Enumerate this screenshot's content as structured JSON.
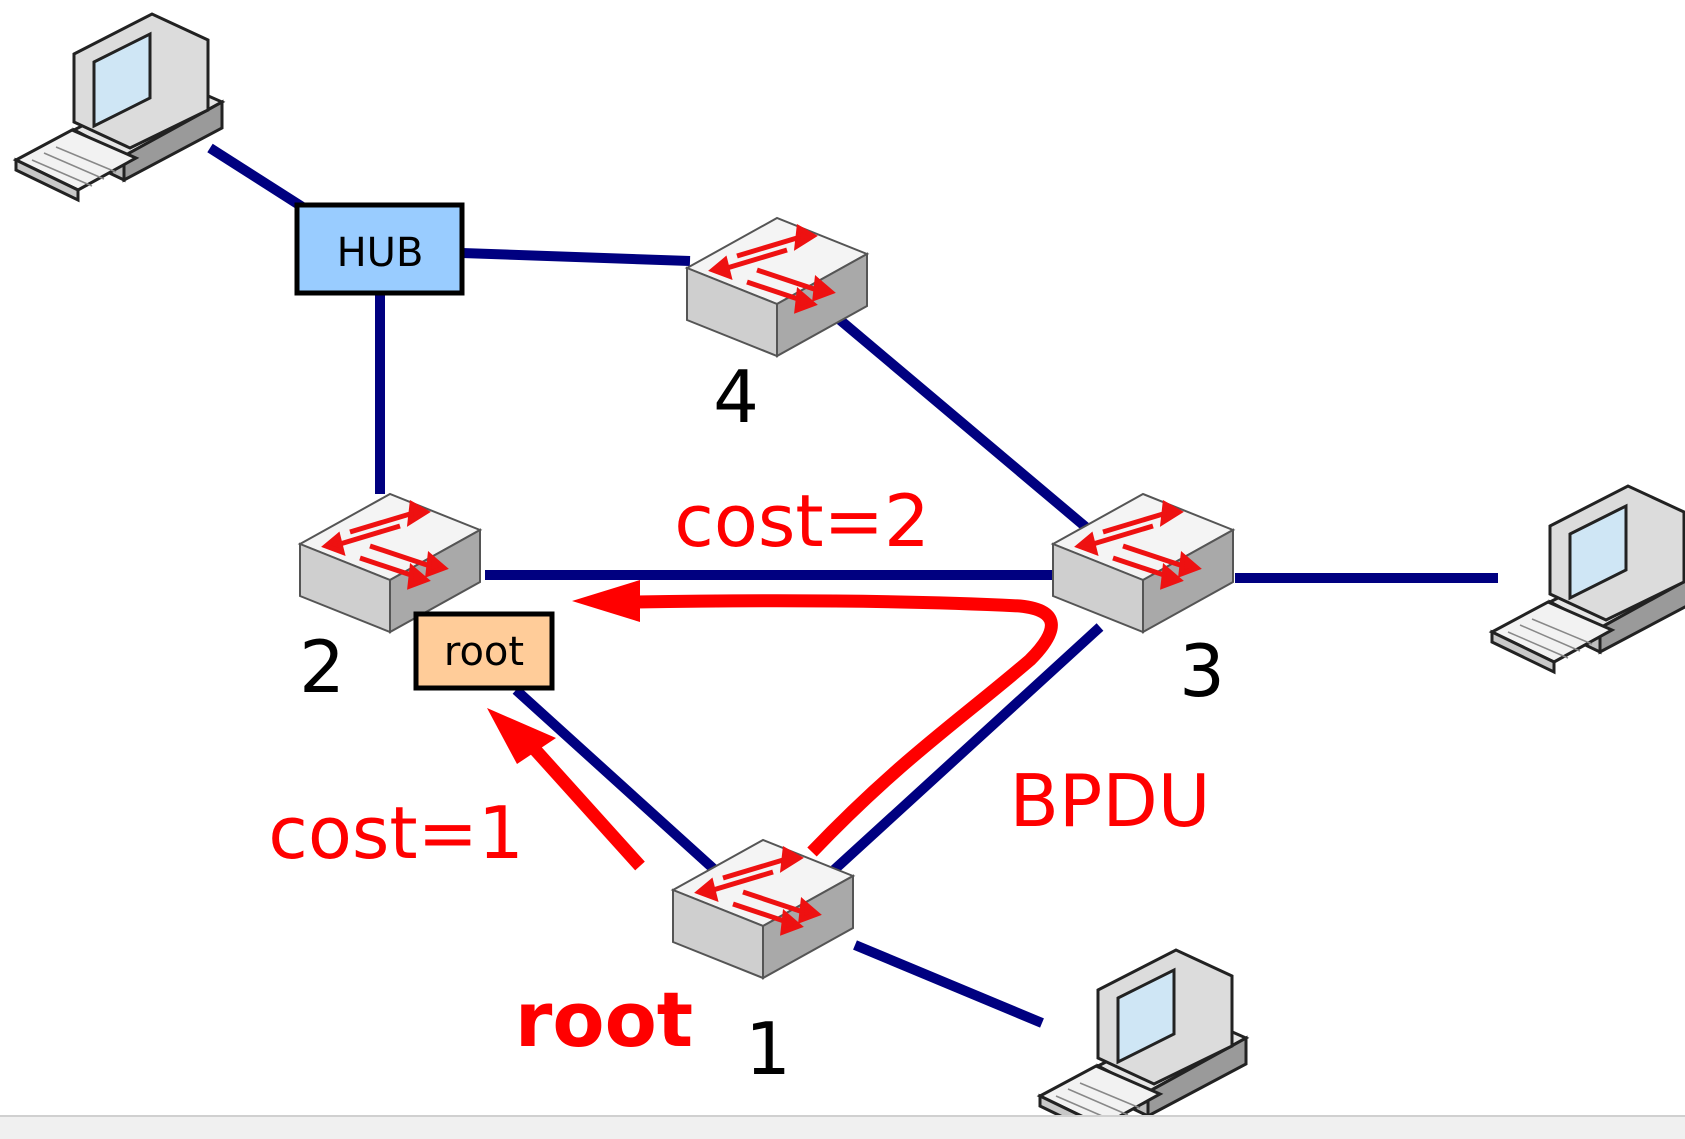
{
  "nodes": {
    "switch1": {
      "number": "1"
    },
    "switch2": {
      "number": "2"
    },
    "switch3": {
      "number": "3"
    },
    "switch4": {
      "number": "4"
    }
  },
  "hub": {
    "label": "HUB"
  },
  "root_badge": {
    "label": "root"
  },
  "annotations": {
    "root_label": "root",
    "cost2": "cost=2",
    "cost1": "cost=1",
    "bpdu": "BPDU"
  },
  "colors": {
    "link": "#000080",
    "annotation": "#ff0000",
    "hub_fill": "#99ccff",
    "root_badge_fill": "#ffcc99"
  }
}
